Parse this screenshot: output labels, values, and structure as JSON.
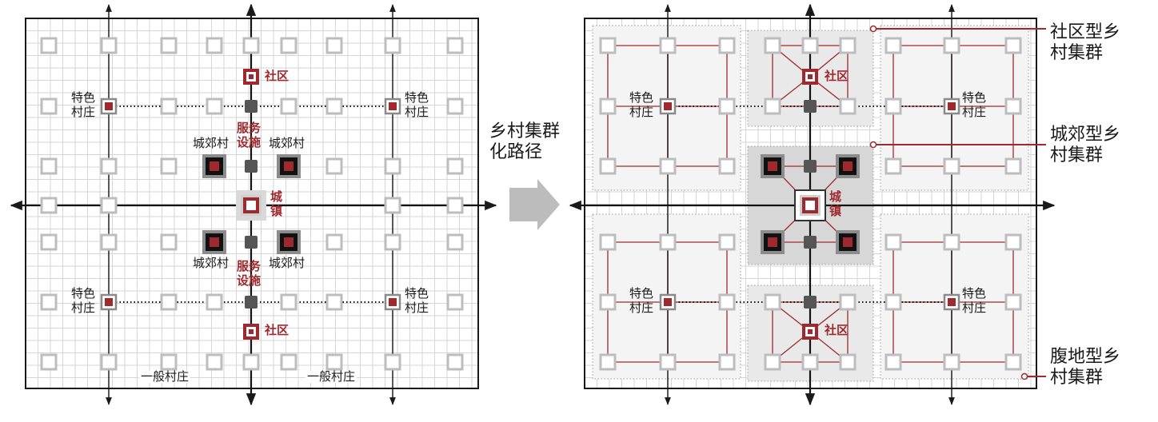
{
  "colors": {
    "accent_red": "#9e2a2f",
    "grid_line": "#d6d6d6",
    "frame": "#1a1a1a",
    "node_gray": "#bdbdbd",
    "service_gray": "#555555",
    "arrow_gray": "#bcbcbc",
    "cluster_fill": "#e9e9e9",
    "periurban_fill": "#d7d7d7"
  },
  "left": {
    "town_label": "城\n镇",
    "community_label_top": "社区",
    "community_label_bottom": "社区",
    "service_label_top": "服务\n设施",
    "service_label_bottom": "服务\n设施",
    "periurban_label_tl": "城郊村",
    "periurban_label_tr": "城郊村",
    "periurban_label_bl": "城郊村",
    "periurban_label_br": "城郊村",
    "special_label_tl": "特色\n村庄",
    "special_label_tr": "特色\n村庄",
    "special_label_bl": "特色\n村庄",
    "special_label_br": "特色\n村庄",
    "general_label_left": "一般村庄",
    "general_label_right": "一般村庄"
  },
  "transition": {
    "label": "乡村集群\n化路径",
    "arrow_icon": "right-arrow-icon"
  },
  "right": {
    "town_label": "城\n镇",
    "community_label_top": "社区",
    "community_label_bottom": "社区",
    "special_label_tl": "特色\n村庄",
    "special_label_tr": "特色\n村庄",
    "special_label_bl": "特色\n村庄",
    "special_label_br": "特色\n村庄"
  },
  "legend": {
    "community_cluster": "社区型乡\n村集群",
    "periurban_cluster": "城郊型乡\n村集群",
    "hinterland_cluster": "腹地型乡\n村集群"
  }
}
